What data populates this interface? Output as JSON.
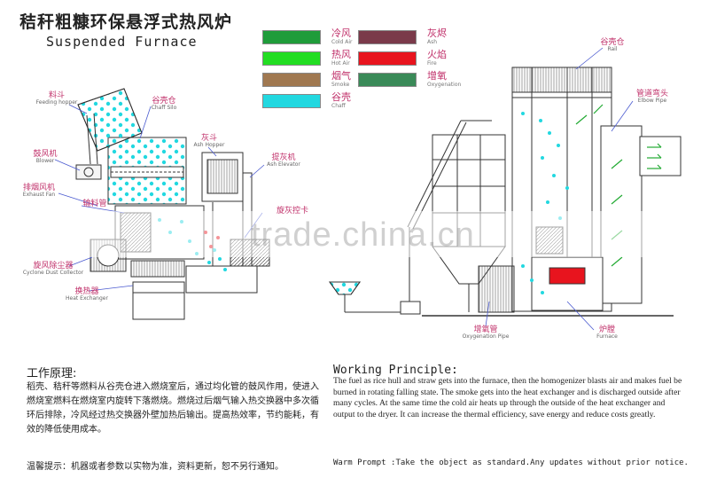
{
  "title_cn": "秸秆粗糠环保悬浮式热风炉",
  "title_en": "Suspended Furnace",
  "legend": [
    {
      "cn": "冷风",
      "en": "Cold Air",
      "color": "#1f9c3a"
    },
    {
      "cn": "灰烬",
      "en": "Ash",
      "color": "#7a3a4a"
    },
    {
      "cn": "热风",
      "en": "Hot Air",
      "color": "#22dd22"
    },
    {
      "cn": "火焰",
      "en": "Fire",
      "color": "#e8141e"
    },
    {
      "cn": "烟气",
      "en": "Smoke",
      "color": "#a07850"
    },
    {
      "cn": "增氧",
      "en": "Oxygenation",
      "color": "#3a8a58"
    },
    {
      "cn": "谷壳",
      "en": "Chaff",
      "color": "#22d8e0"
    }
  ],
  "labels": {
    "feeding_hopper": {
      "cn": "料斗",
      "en": "Feeding hopper"
    },
    "chaff_silo": {
      "cn": "谷壳仓",
      "en": "Chaff Silo"
    },
    "ash_hopper": {
      "cn": "灰斗",
      "en": "Ash Hopper"
    },
    "blower": {
      "cn": "鼓风机",
      "en": "Blower"
    },
    "ash_elevator": {
      "cn": "提灰机",
      "en": "Ash Elevator"
    },
    "exhaust_fan": {
      "cn": "排烟风机",
      "en": "Exhaust Fan"
    },
    "feed_pipe": {
      "cn": "输料管",
      "en": ""
    },
    "ash_valve": {
      "cn": "旋灰控卡",
      "en": ""
    },
    "cyclone": {
      "cn": "旋风除尘器",
      "en": "Cyclone Dust Collector"
    },
    "heat_exchanger": {
      "cn": "换热器",
      "en": "Heat Exchanger"
    },
    "rail": {
      "cn": "谷壳仓",
      "en": "Rail"
    },
    "elbow_pipe": {
      "cn": "管道弯头",
      "en": "Elbow Pipe"
    },
    "oxygenation_pipe": {
      "cn": "增氧管",
      "en": "Oxygenation Pipe"
    },
    "furnace": {
      "cn": "炉膛",
      "en": "Furnace"
    }
  },
  "watermark": "trade.china.cn",
  "working_principle_cn": {
    "title": "工作原理:",
    "body": "稻壳、秸秆等燃料从谷壳仓进入燃烧室后，通过均化管的鼓风作用，使进入燃烧室燃料在燃烧室内旋转下落燃烧。燃烧过后烟气输入热交换器中多次循环后排除，冷风经过热交换器外壁加热后输出。提高热效率，节约能耗，有效的降低使用成本。"
  },
  "working_principle_en": {
    "title": "Working Principle:",
    "body": "The fuel as rice hull and straw gets into the furnace, then the homogenizer blasts air and makes fuel  be burned in rotating falling state. The smoke gets into the heat exchanger and is discharged outside after many cycles. At the same time the cold air heats up through the outside of the heat exchanger and output to the dryer. It can increase the thermal efficiency, save energy and reduce costs greatly."
  },
  "warm_prompt_cn": "温馨提示：机器或者参数以实物为准，资料更新，恕不另行通知。",
  "warm_prompt_en": "Warm Prompt :Take the object as standard.Any updates without prior notice."
}
